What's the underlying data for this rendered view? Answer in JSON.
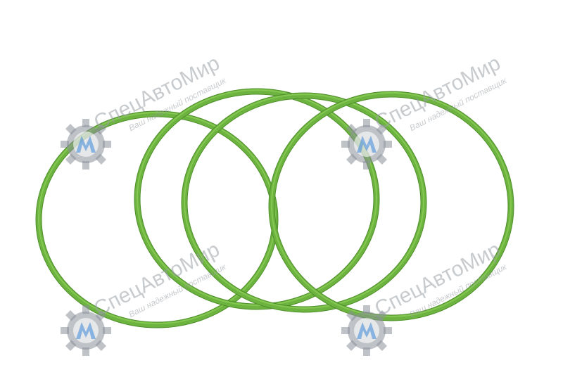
{
  "photo": {
    "subject": "green-o-rings",
    "ring_color": "#6cb33f",
    "ring_highlight": "#8fd05a",
    "ring_shadow": "#4e8f2a",
    "background": "#ffffff"
  },
  "watermark": {
    "brand": "СпецАвтоМир",
    "tagline": "Ваш надежный поставщик",
    "gear_color": "#8a9099",
    "logo_color": "#4a90d9"
  }
}
